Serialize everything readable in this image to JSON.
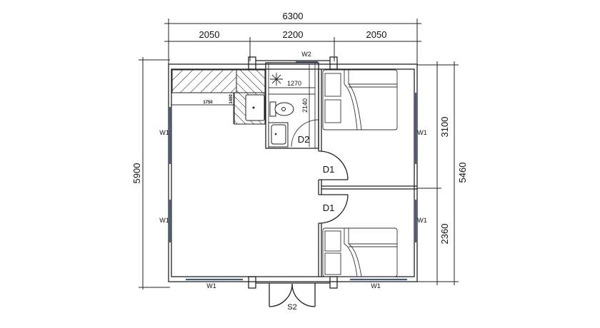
{
  "plan": {
    "dimensions": {
      "total_width": "6300",
      "width_left": "2050",
      "width_middle": "2200",
      "width_right": "2050",
      "total_depth_left": "5900",
      "total_depth_right": "5460",
      "bedroom_top_depth": "3100",
      "bedroom_bottom_depth": "2360",
      "bath_width": "1270",
      "bath_depth": "2140",
      "counter_length": "1750",
      "counter_depth": "1400"
    },
    "labels": {
      "window_left_top": "W1",
      "window_left_bottom": "W1",
      "window_right_top": "W1",
      "window_right_bottom": "W1",
      "window_bottom_left": "W1",
      "window_bottom_right": "W1",
      "window_top": "W2",
      "door_bedroom_top": "D1",
      "door_bedroom_bottom": "D1",
      "door_bathroom": "D2",
      "entrance_door": "S2"
    }
  }
}
